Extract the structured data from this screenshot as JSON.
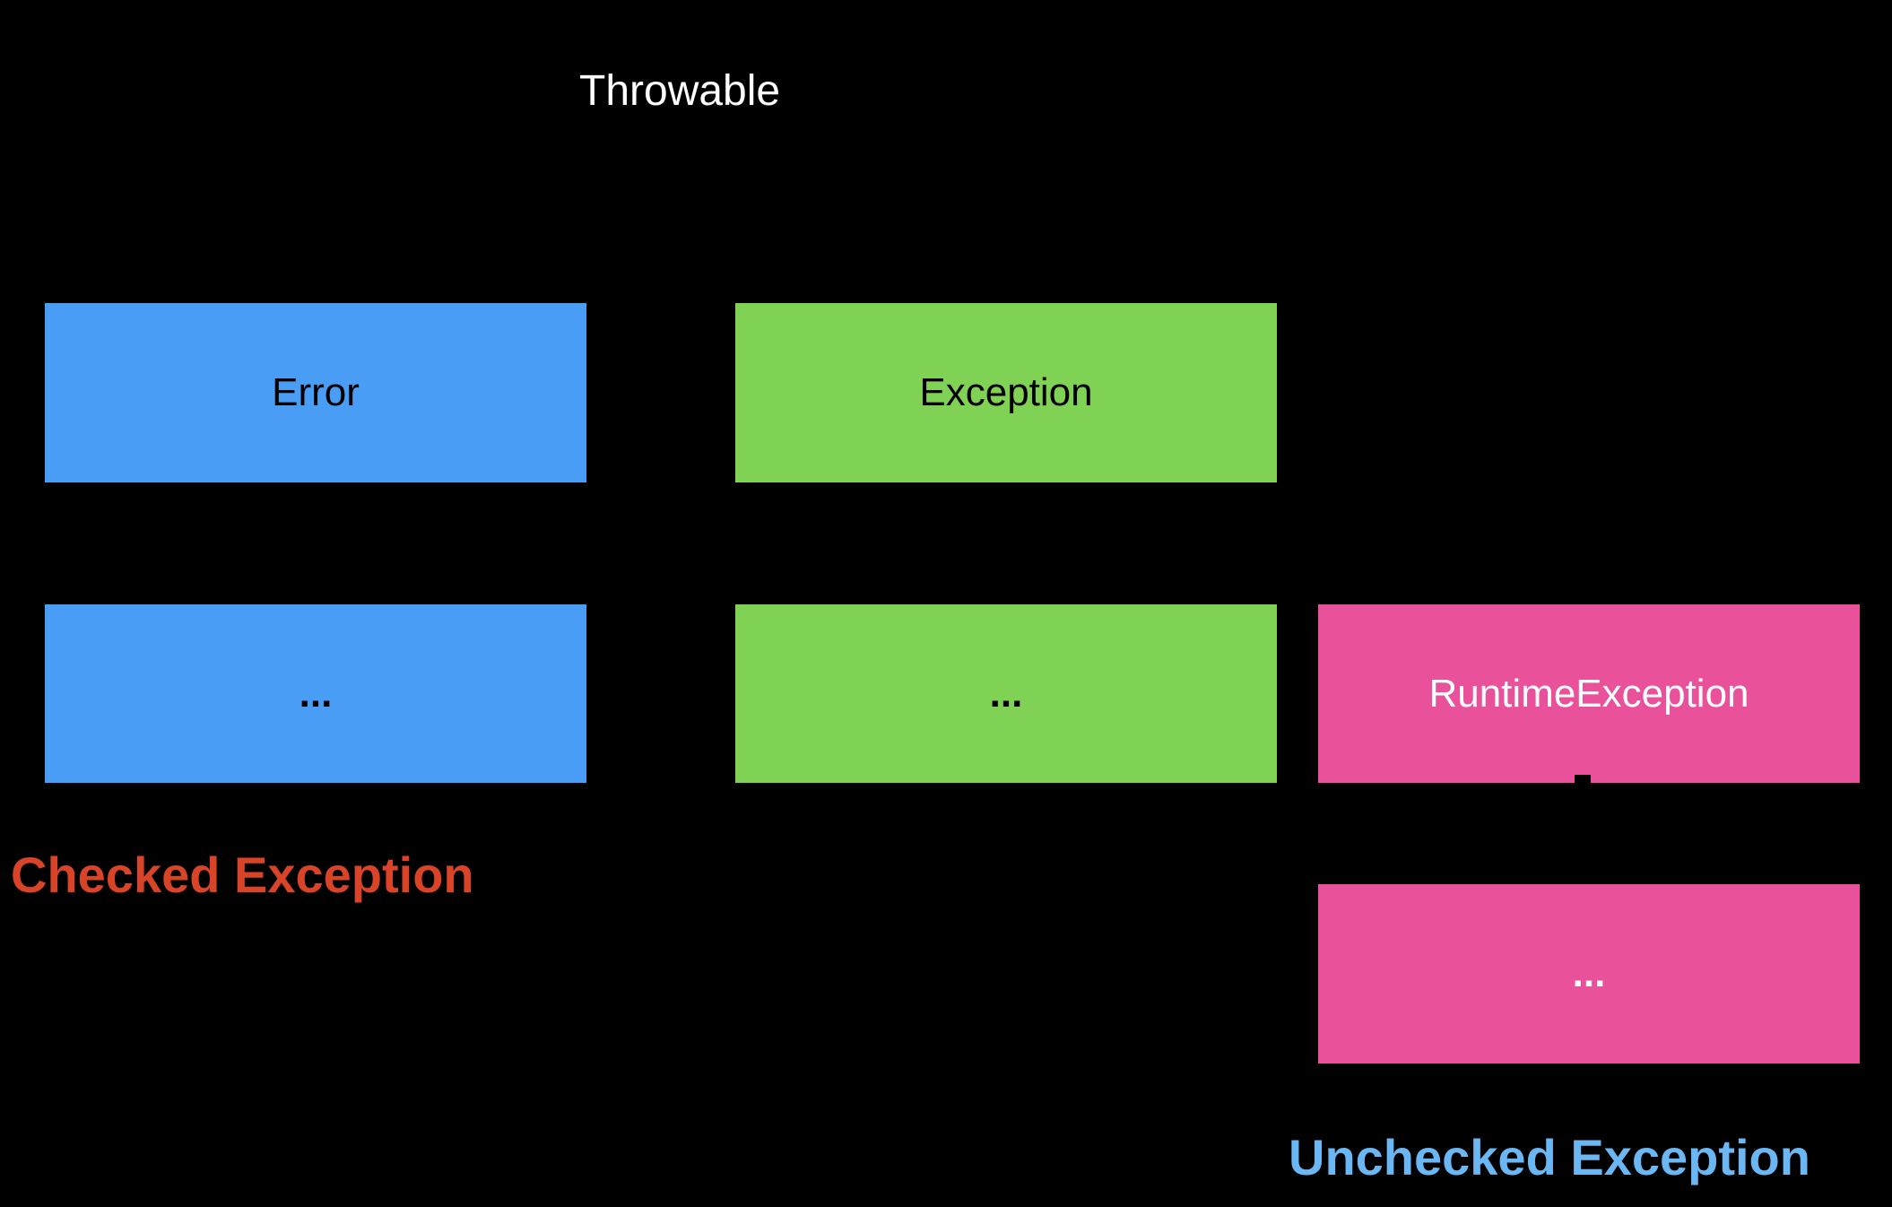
{
  "diagram": {
    "background_color": "#000000",
    "root": {
      "label": "Throwable",
      "color": "#FFFFFF"
    },
    "nodes": {
      "error": {
        "label": "Error",
        "fill": "#4A9DF4",
        "text_color": "#000000"
      },
      "error_children": {
        "label": "...",
        "fill": "#4A9DF4",
        "text_color": "#000000"
      },
      "exception": {
        "label": "Exception",
        "fill": "#7FD253",
        "text_color": "#000000"
      },
      "exception_children": {
        "label": "...",
        "fill": "#7FD253",
        "text_color": "#000000"
      },
      "runtime_exception": {
        "label": "RuntimeException",
        "fill": "#EA519B",
        "text_color": "#FFFFFF"
      },
      "runtime_children": {
        "label": "...",
        "fill": "#EA519B",
        "text_color": "#FFFFFF"
      }
    },
    "annotations": {
      "checked": {
        "label": "Checked Exception",
        "color": "#D94327"
      },
      "unchecked": {
        "label": "Unchecked Exception",
        "color": "#6AB7F3"
      }
    }
  }
}
